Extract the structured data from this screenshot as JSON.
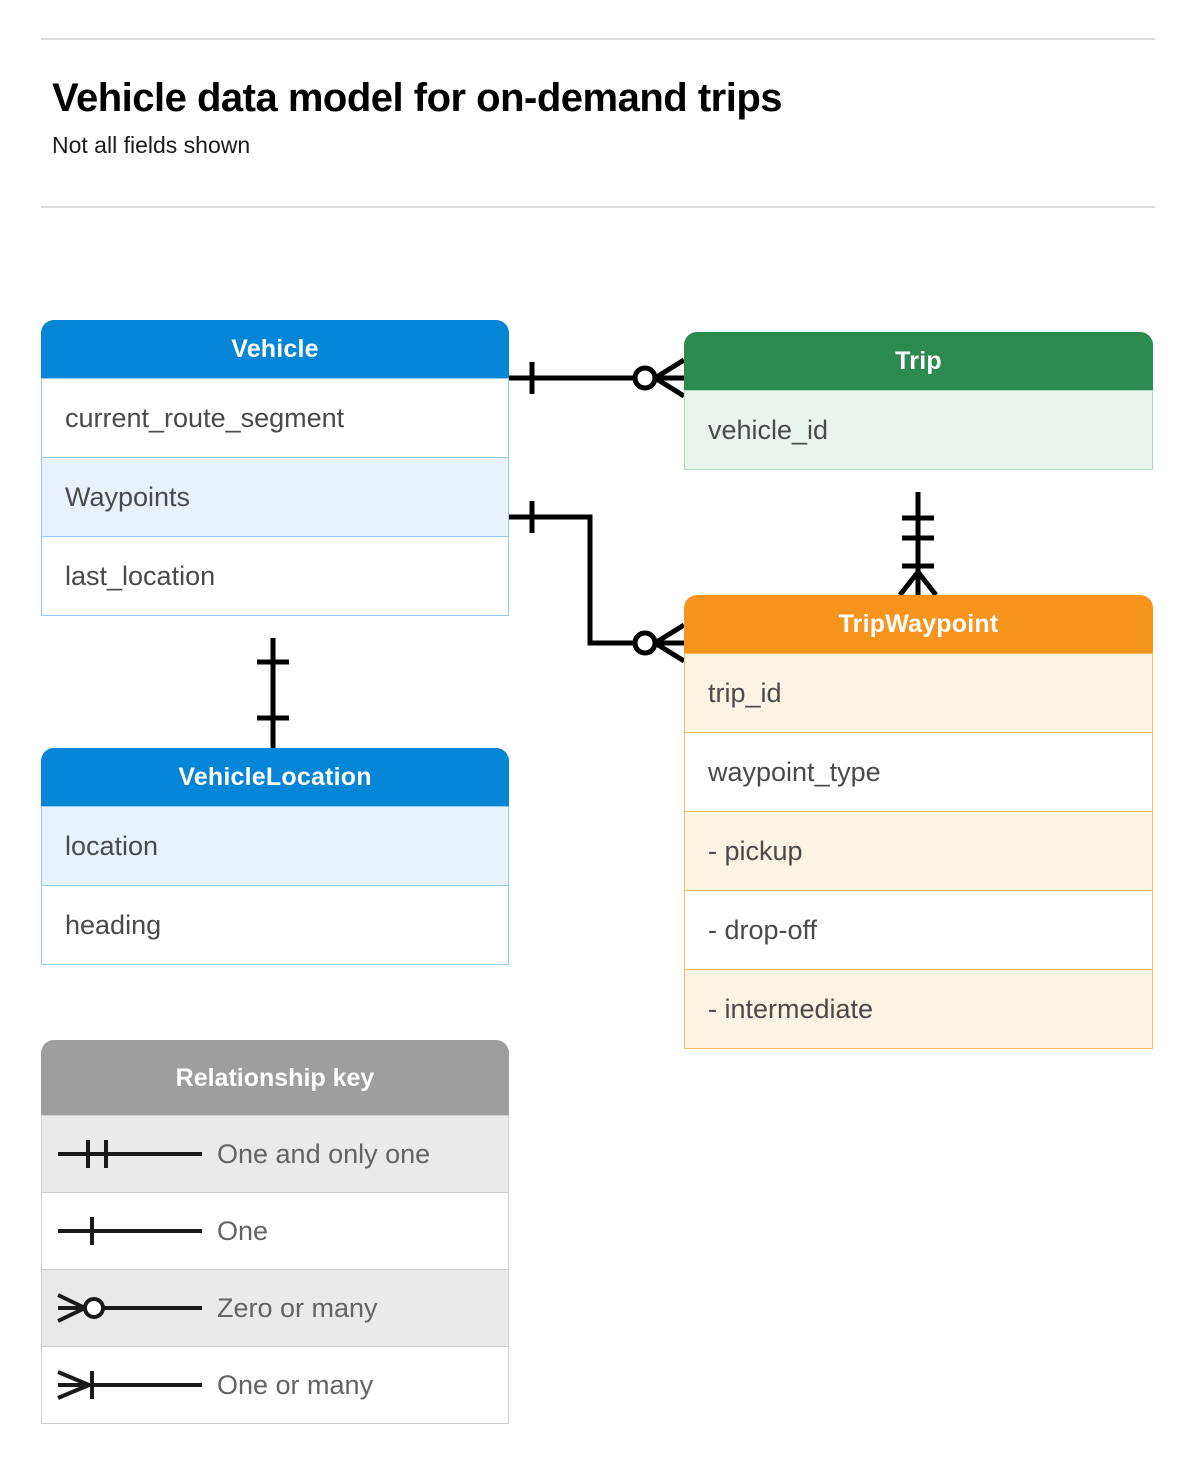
{
  "header": {
    "title": "Vehicle data model for on-demand trips",
    "subtitle": "Not all fields shown"
  },
  "colors": {
    "vehicle_blue": "#0585d6",
    "vehicle_row_alt": "#e9f2fc",
    "vehicle_border": "#93c9f2",
    "trip_green": "#2d8a4e",
    "trip_row_alt": "#eaf4ec",
    "trip_border": "#add9bb",
    "waypoint_orange": "#f7941e",
    "waypoint_row_alt": "#fdf3e2",
    "waypoint_border": "#f6bf63",
    "legend_gray": "#9e9e9e",
    "legend_row_alt": "#eaeaea",
    "text_gray": "#4a4a4a",
    "connector_black": "#000000"
  },
  "entities": {
    "vehicle": {
      "title": "Vehicle",
      "rows": [
        {
          "label": "current_route_segment",
          "shade": "plain"
        },
        {
          "label": "Waypoints",
          "shade": "alt"
        },
        {
          "label": "last_location",
          "shade": "plain"
        }
      ]
    },
    "vehicle_location": {
      "title": "VehicleLocation",
      "rows": [
        {
          "label": "location",
          "shade": "alt"
        },
        {
          "label": "heading",
          "shade": "plain"
        }
      ]
    },
    "trip": {
      "title": "Trip",
      "rows": [
        {
          "label": "vehicle_id",
          "shade": "alt"
        }
      ]
    },
    "trip_waypoint": {
      "title": "TripWaypoint",
      "rows": [
        {
          "label": "trip_id",
          "shade": "alt"
        },
        {
          "label": "waypoint_type",
          "shade": "plain"
        },
        {
          "label": "-  pickup",
          "shade": "alt"
        },
        {
          "label": "-  drop-off",
          "shade": "plain"
        },
        {
          "label": "-  intermediate",
          "shade": "alt"
        }
      ]
    }
  },
  "legend": {
    "title": "Relationship key",
    "rows": [
      {
        "label": "One and only one",
        "symbol": "one-and-only-one-symbol",
        "shade": "alt"
      },
      {
        "label": "One",
        "symbol": "one-symbol",
        "shade": "plain"
      },
      {
        "label": "Zero or many",
        "symbol": "zero-or-many-symbol",
        "shade": "alt"
      },
      {
        "label": "One or many",
        "symbol": "one-or-many-symbol",
        "shade": "plain"
      }
    ]
  },
  "relationships": [
    {
      "name": "vehicle-to-trip",
      "from": "Vehicle",
      "to": "Trip",
      "from_cardinality": "One",
      "to_cardinality": "Zero or many"
    },
    {
      "name": "vehicle-waypoints-to-tripwaypoint",
      "from": "Vehicle.Waypoints",
      "to": "TripWaypoint",
      "from_cardinality": "One",
      "to_cardinality": "Zero or many"
    },
    {
      "name": "trip-to-tripwaypoint",
      "from": "Trip",
      "to": "TripWaypoint",
      "from_cardinality": "One and only one",
      "to_cardinality": "One or many"
    },
    {
      "name": "vehicle-to-vehiclelocation",
      "from": "Vehicle",
      "to": "VehicleLocation",
      "from_cardinality": "One and only one",
      "to_cardinality": "One"
    }
  ]
}
